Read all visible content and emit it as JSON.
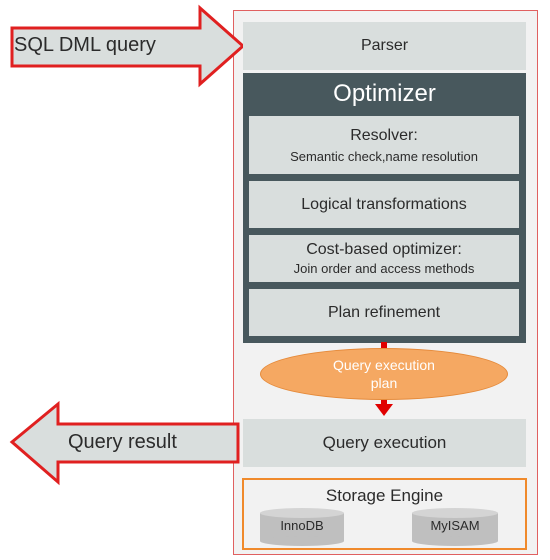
{
  "input_arrow": {
    "label": "SQL  DML query"
  },
  "output_arrow": {
    "label": "Query result"
  },
  "parser": {
    "label": "Parser"
  },
  "optimizer": {
    "title": "Optimizer",
    "resolver": {
      "title": "Resolver:",
      "subtitle": "Semantic check,name resolution"
    },
    "logical": {
      "title": "Logical transformations"
    },
    "cost_based": {
      "title": "Cost-based optimizer:",
      "subtitle": "Join order and access methods"
    },
    "refinement": {
      "title": "Plan refinement"
    }
  },
  "plan": {
    "line1": "Query execution",
    "line2": "plan"
  },
  "execution": {
    "label": "Query execution"
  },
  "storage": {
    "title": "Storage Engine",
    "engines": [
      "InnoDB",
      "MyISAM"
    ]
  },
  "colors": {
    "arrow_border": "#e02020",
    "arrow_fill": "#d9dedd",
    "optimizer_bg": "#48585d",
    "plan_fill": "#f5a862",
    "storage_border": "#f08a2c",
    "flow_arrow": "#e00000"
  }
}
